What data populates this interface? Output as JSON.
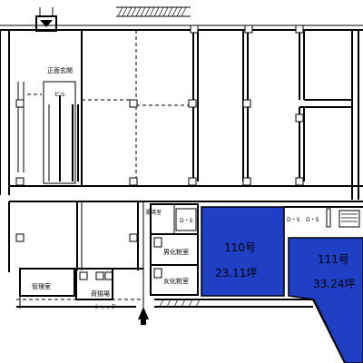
{
  "floor_plan": {
    "colors": {
      "unit_fill": "#1f3fc4",
      "wall": "#000000",
      "background": "#ffffff"
    },
    "rooms": {
      "main_entrance": "正面玄関",
      "building_text": "ビル",
      "mens_restroom": "男化粧室",
      "womens_restroom": "女化粧室",
      "management_office": "管理室",
      "loading_area": "荷揚場",
      "shutter": "シャッター",
      "water_heater": "湯沸室",
      "ds_left": "D・S",
      "ds_right_1": "D・S",
      "ds_right_2": "D・S"
    },
    "units": [
      {
        "id": "110",
        "name": "110号",
        "area": "23.11坪",
        "highlighted": true
      },
      {
        "id": "111",
        "name": "111号",
        "area": "33.24坪",
        "highlighted": true
      }
    ],
    "icons": {
      "entrance_arrow": "entrance-arrow-icon"
    }
  }
}
